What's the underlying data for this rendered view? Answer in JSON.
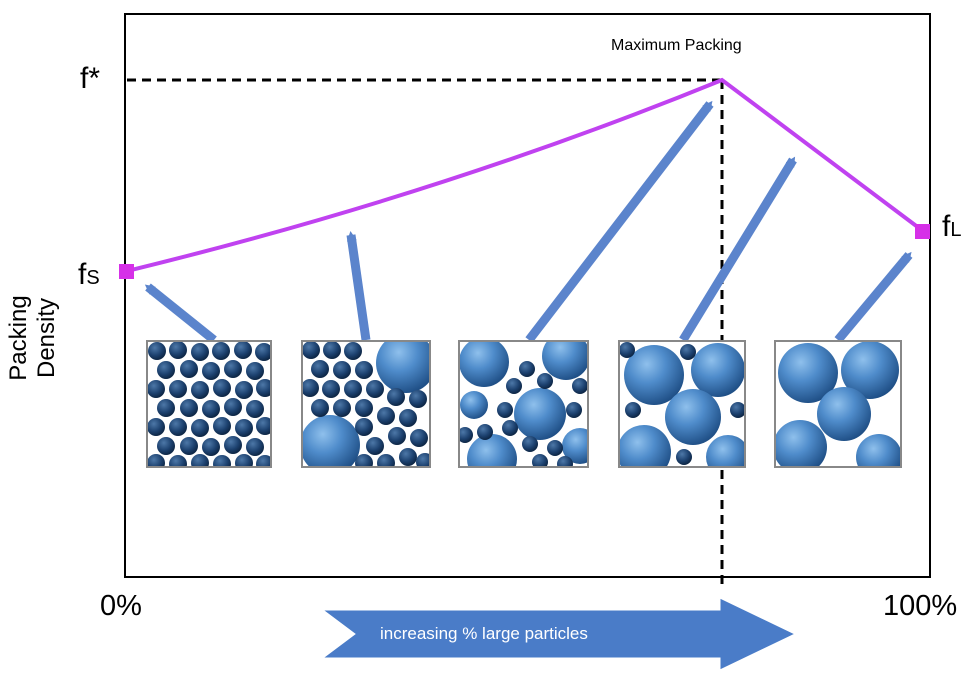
{
  "labels": {
    "y_axis": "Packing Density",
    "f_star": "f*",
    "f_s_main": "f",
    "f_s_sub": "S",
    "f_l_main": "f",
    "f_l_sub": "L",
    "max_packing": "Maximum Packing",
    "x_start": "0%",
    "x_end": "100%",
    "direction": "increasing % large particles"
  },
  "colors": {
    "curve": "#c042f0",
    "endpoint": "#d630e8",
    "arrow": "#5b84cc",
    "particle_small": "#1d4270",
    "particle_large": "#4a86c4",
    "frame": "#000000"
  },
  "particle_panels": [
    {
      "description_key": "mostly small particles"
    },
    {
      "description_key": "few large particles"
    },
    {
      "description_key": "mixed, max packing"
    },
    {
      "description_key": "mostly large particles"
    },
    {
      "description_key": "only large particles"
    }
  ]
}
